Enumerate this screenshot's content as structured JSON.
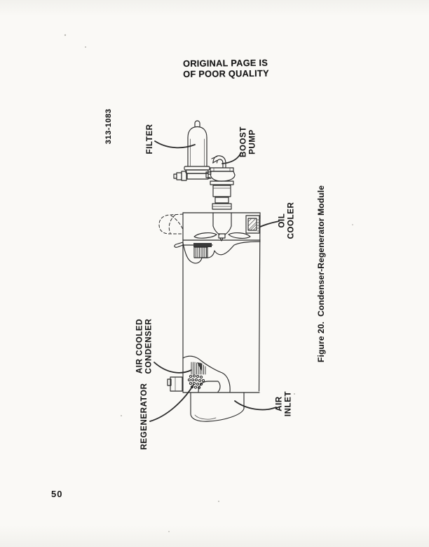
{
  "page": {
    "stamp": {
      "line1": "ORIGINAL PAGE IS",
      "line2": "OF POOR QUALITY"
    },
    "doc_number": "313-1083",
    "page_number": "50",
    "paper_color": "#faf9f6",
    "ink_color": "#2b2b2b"
  },
  "figure": {
    "caption": "Figure 20.  Condenser-Regenerator Module",
    "labels": {
      "filter": "FILTER",
      "boost_pump_1": "BOOST",
      "boost_pump_2": "PUMP",
      "oil_cooler_1": "OIL",
      "oil_cooler_2": "COOLER",
      "air_cooled_condenser_1": "AIR COOLED",
      "air_cooled_condenser_2": "CONDENSER",
      "regenerator": "REGENERATOR",
      "air_inlet_1": "AIR",
      "air_inlet_2": "INLET"
    }
  }
}
